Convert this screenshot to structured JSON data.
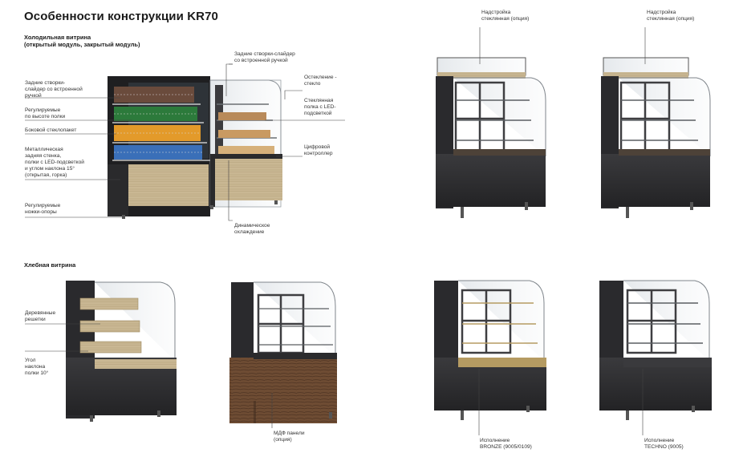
{
  "title": "Особенности конструкции KR70",
  "sections": {
    "cold": {
      "line1": "Холодильная витрина",
      "line2": "(открытый модуль, закрытый модуль)"
    },
    "bread": "Хлебная витрина"
  },
  "labels_left": [
    [
      "Задние створки-",
      "слайдер со встроенной",
      "ручкой"
    ],
    [
      "Регулируемые",
      "по высоте полки"
    ],
    [
      "Боковой стеклопакет"
    ],
    [
      "Металлическая",
      "задняя стенка,",
      "полки с LED-подсветкой",
      "и углом наклона 15°",
      "(открытая, горка)"
    ],
    [
      "Регулируемые",
      "ножки-опоры"
    ]
  ],
  "labels_right": [
    [
      "Задние створки-слайдер",
      "со встроенной ручкой"
    ],
    [
      "Остекление -",
      "стекло"
    ],
    [
      "Стеклянная",
      "полка с LED-",
      "подсветкой"
    ],
    [
      "Цифровой",
      "контроллер"
    ],
    [
      "Динамическое",
      "охлаждение"
    ]
  ],
  "superstructure": [
    [
      "Надстройка",
      "стеклянная (опция)"
    ],
    [
      "Надстройка",
      "стеклянная (опция)"
    ]
  ],
  "bread_labels": [
    [
      "Деревянные",
      "решетки"
    ],
    [
      "Угол",
      "наклона",
      "полки 10°"
    ]
  ],
  "mdf": [
    "МДФ панели",
    "(опция)"
  ],
  "variants": [
    [
      "Исполнение",
      "BRONZE (9005/0109)"
    ],
    [
      "Исполнение",
      "TECHNO (9005)"
    ]
  ],
  "colors": {
    "cabinet": "#2b2b2d",
    "frame": "#1c1c1e",
    "wood_light": "#c7b592",
    "wood_dark": "#6b4a32",
    "glass": "#dfe4e8",
    "bronze": "#b59b62",
    "line": "#444444"
  }
}
